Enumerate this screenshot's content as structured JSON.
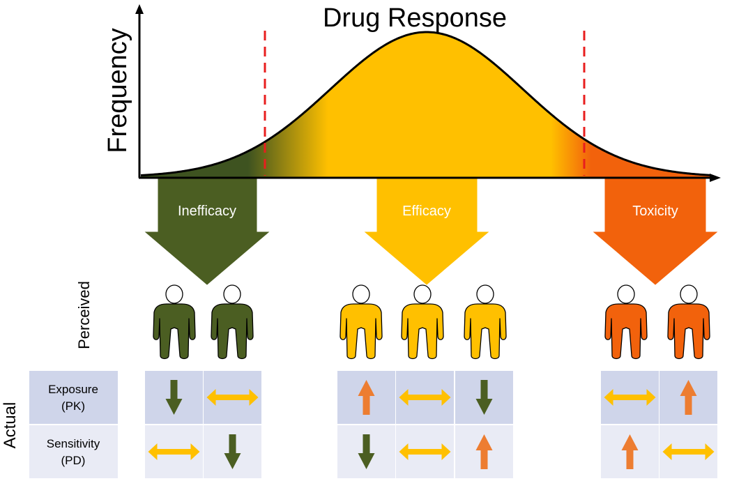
{
  "title": "Drug Response",
  "ylabel": "Frequency",
  "categories": [
    {
      "key": "inefficacy",
      "label": "Inefficacy",
      "color": "#4B5E22",
      "person_count": 2
    },
    {
      "key": "efficacy",
      "label": "Efficacy",
      "color": "#FFC000",
      "person_count": 3
    },
    {
      "key": "toxicity",
      "label": "Toxicity",
      "color": "#F2620C",
      "person_count": 2
    }
  ],
  "colors": {
    "curve_dark_green": "#3E5320",
    "curve_yellow": "#FFC000",
    "curve_orange": "#F2620C",
    "threshold_line": "#E81E1E",
    "cell_dark": "#CFD5EA",
    "cell_light": "#E9EBF5",
    "arrow_down": "#4B5E22",
    "arrow_up": "#ED7D31",
    "arrow_both": "#FFC000"
  },
  "row_labels": {
    "perceived": "Perceived",
    "actual": "Actual"
  },
  "table": {
    "rows": [
      {
        "label_line1": "Exposure",
        "label_line2": "(PK)"
      },
      {
        "label_line1": "Sensitivity",
        "label_line2": "(PD)"
      }
    ],
    "groups": [
      {
        "category": "inefficacy",
        "cells": [
          [
            "down",
            "both"
          ],
          [
            "both",
            "down"
          ]
        ]
      },
      {
        "category": "efficacy",
        "cells": [
          [
            "up",
            "both",
            "down"
          ],
          [
            "down",
            "both",
            "up"
          ]
        ]
      },
      {
        "category": "toxicity",
        "cells": [
          [
            "both",
            "up"
          ],
          [
            "up",
            "both"
          ]
        ]
      }
    ]
  }
}
